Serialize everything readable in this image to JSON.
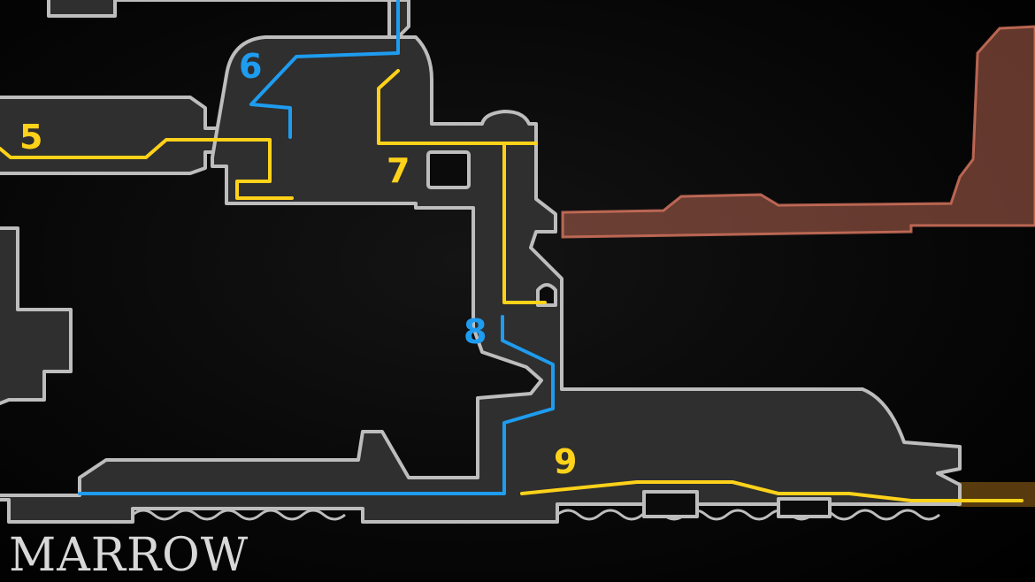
{
  "map": {
    "area_name": "MARROW",
    "colors": {
      "route_blue": "#1e9cf0",
      "route_yellow": "#ffd21a",
      "room_fill": "#2f2f2f",
      "room_outline": "#bdbdbd",
      "adjacent_area_red": "#d97760",
      "adjacent_area_orange": "#d89020"
    },
    "markers": [
      {
        "id": "5",
        "label": "5",
        "color": "yellow"
      },
      {
        "id": "6",
        "label": "6",
        "color": "blue"
      },
      {
        "id": "7",
        "label": "7",
        "color": "yellow"
      },
      {
        "id": "8",
        "label": "8",
        "color": "blue"
      },
      {
        "id": "9",
        "label": "9",
        "color": "yellow"
      }
    ]
  }
}
